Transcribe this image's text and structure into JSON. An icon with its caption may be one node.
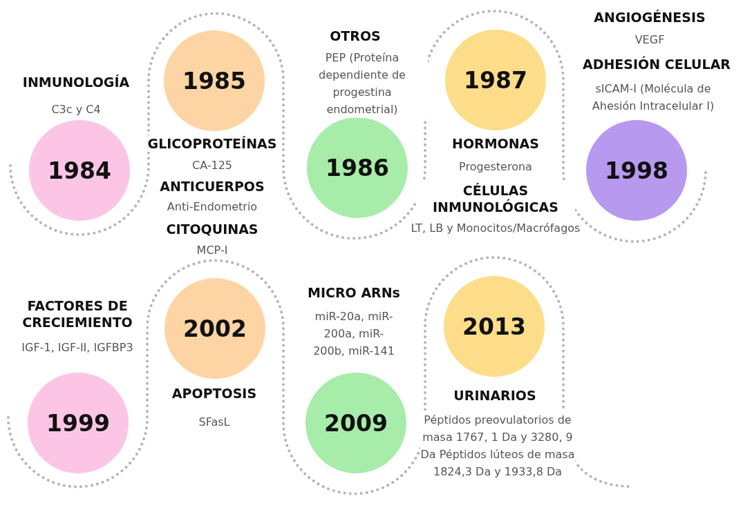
{
  "diagram": {
    "nodes": [
      {
        "text": [
          "1984"
        ],
        "beside": [
          "INMUNOLOGÍA",
          "C3c y C4"
        ]
      },
      {
        "text": [
          "1985"
        ],
        "beside": [
          "GLICOPROTEÍNAS",
          "CA-125",
          "ANTICUERPOS",
          "Anti-Endometrio",
          "CITOQUINAS",
          "MCP-I"
        ]
      },
      {
        "text": [
          "1986"
        ],
        "beside": [
          "OTROS",
          "PEP (Proteína dependiente de progestina endometrial)"
        ]
      },
      {
        "text": [
          "1987"
        ],
        "beside": [
          "HORMONAS",
          "Progesterona",
          "CÉLULAS INMUNOLÓGICAS",
          "LT, LB y Monocitos/Macrófagos"
        ]
      },
      {
        "text": [
          "1998"
        ],
        "beside": [
          "ANGIOGÉNESIS",
          "VEGF",
          "ADHESIÓN CELULAR",
          "sICAM-I (Molécula de Ahesión Intracelular I)"
        ]
      },
      {
        "text": [
          "1999"
        ],
        "beside": [
          "FACTORES DE CRECIEMIENTO",
          "IGF-1, IGF-II, IGFBP3"
        ]
      },
      {
        "text": [
          "2002"
        ],
        "beside": [
          "APOPTOSIS",
          "SFasL"
        ]
      },
      {
        "text": [
          "2009"
        ],
        "beside": [
          "MICRO ARNs",
          "miR-20a, miR-200a, miR-200b, miR-141"
        ]
      },
      {
        "text": [
          "2013"
        ],
        "beside": [
          "URINARIOS",
          "Péptidos preovulatorios de masa 1767, 1 Da y 3280, 9 Da Péptidos lúteos de masa 1824,3 Da y 1933,8 Da"
        ]
      }
    ]
  }
}
